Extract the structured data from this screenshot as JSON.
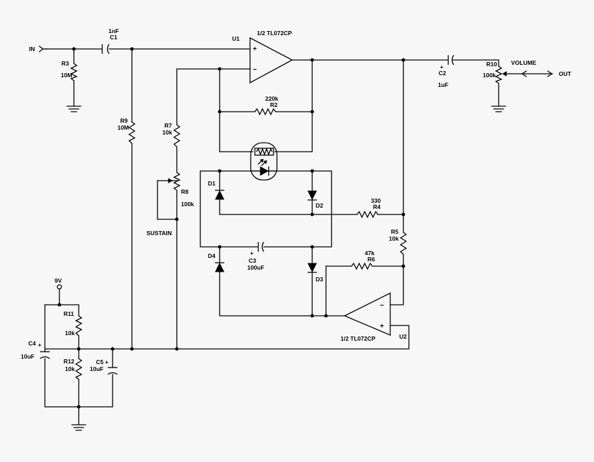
{
  "ports": {
    "in": "IN",
    "out": "OUT",
    "supply": "9V"
  },
  "opamps": {
    "u1": {
      "ref": "U1",
      "part": "1/2 TL072CP"
    },
    "u2": {
      "ref": "U2",
      "part": "1/2 TL072CP"
    },
    "plus": "+",
    "minus": "−"
  },
  "resistors": {
    "r2": {
      "ref": "R2",
      "value": "220k"
    },
    "r3": {
      "ref": "R3",
      "value": "10M"
    },
    "r4": {
      "ref": "R4",
      "value": "330"
    },
    "r5": {
      "ref": "R5",
      "value": "10k"
    },
    "r6": {
      "ref": "R6",
      "value": "47k"
    },
    "r7": {
      "ref": "R7",
      "value": "10k"
    },
    "r8": {
      "ref": "R8",
      "value": "100k",
      "label": "SUSTAIN"
    },
    "r9": {
      "ref": "R9",
      "value": "10M"
    },
    "r10": {
      "ref": "R10",
      "value": "100k",
      "label": "VOLUME"
    },
    "r11": {
      "ref": "R11",
      "value": "10k"
    },
    "r12": {
      "ref": "R12",
      "value": "10k"
    }
  },
  "capacitors": {
    "c1": {
      "ref": "C1",
      "value": "1nF"
    },
    "c2": {
      "ref": "C2",
      "value": "1uF"
    },
    "c3": {
      "ref": "C3",
      "value": "100uF"
    },
    "c4": {
      "ref": "C4",
      "value": "10uF"
    },
    "c5": {
      "ref": "C5",
      "value": "10uF"
    }
  },
  "diodes": {
    "d1": "D1",
    "d2": "D2",
    "d3": "D3",
    "d4": "D4"
  },
  "polarity_mark": "+"
}
